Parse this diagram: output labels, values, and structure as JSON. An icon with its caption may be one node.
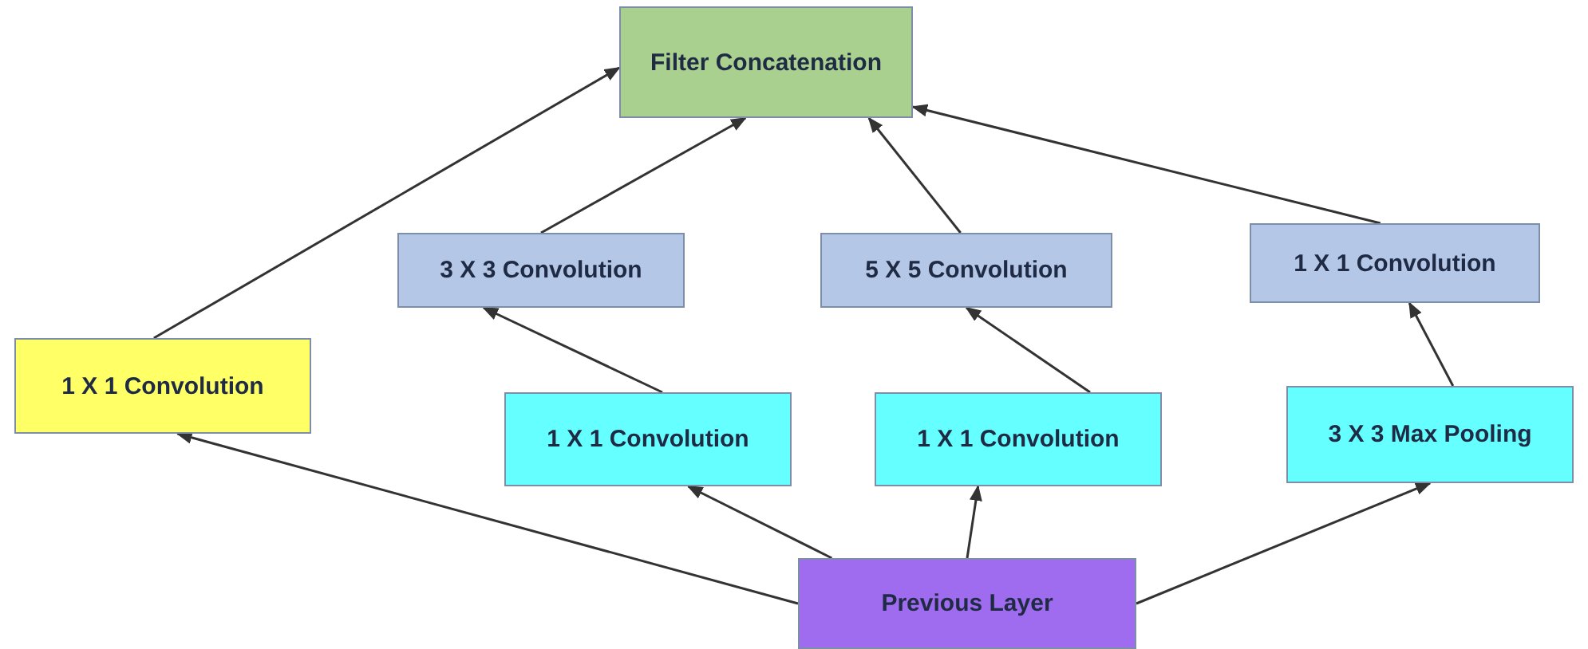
{
  "diagram": {
    "nodes": [
      {
        "text": [
          "Filter Concatenation"
        ]
      },
      {
        "text": [
          "3 X 3 Convolution"
        ]
      },
      {
        "text": [
          "5 X 5 Convolution"
        ]
      },
      {
        "text": [
          "1 X 1 Convolution"
        ]
      },
      {
        "text": [
          "1 X 1 Convolution"
        ]
      },
      {
        "text": [
          "1 X 1 Convolution"
        ]
      },
      {
        "text": [
          "1 X 1 Convolution"
        ]
      },
      {
        "text": [
          "3 X 3 Max Pooling"
        ]
      },
      {
        "text": [
          "Previous Layer"
        ]
      }
    ],
    "edges": [
      {
        "from": 8,
        "to": 4,
        "arrow": "to"
      },
      {
        "from": 8,
        "to": 5,
        "arrow": "to"
      },
      {
        "from": 8,
        "to": 6,
        "arrow": "to"
      },
      {
        "from": 8,
        "to": 7,
        "arrow": "to"
      },
      {
        "from": 4,
        "to": 0,
        "arrow": "to"
      },
      {
        "from": 5,
        "to": 1,
        "arrow": "to"
      },
      {
        "from": 6,
        "to": 2,
        "arrow": "to"
      },
      {
        "from": 7,
        "to": 3,
        "arrow": "to"
      },
      {
        "from": 1,
        "to": 0,
        "arrow": "to"
      },
      {
        "from": 2,
        "to": 0,
        "arrow": "to"
      },
      {
        "from": 3,
        "to": 0,
        "arrow": "to"
      }
    ]
  }
}
